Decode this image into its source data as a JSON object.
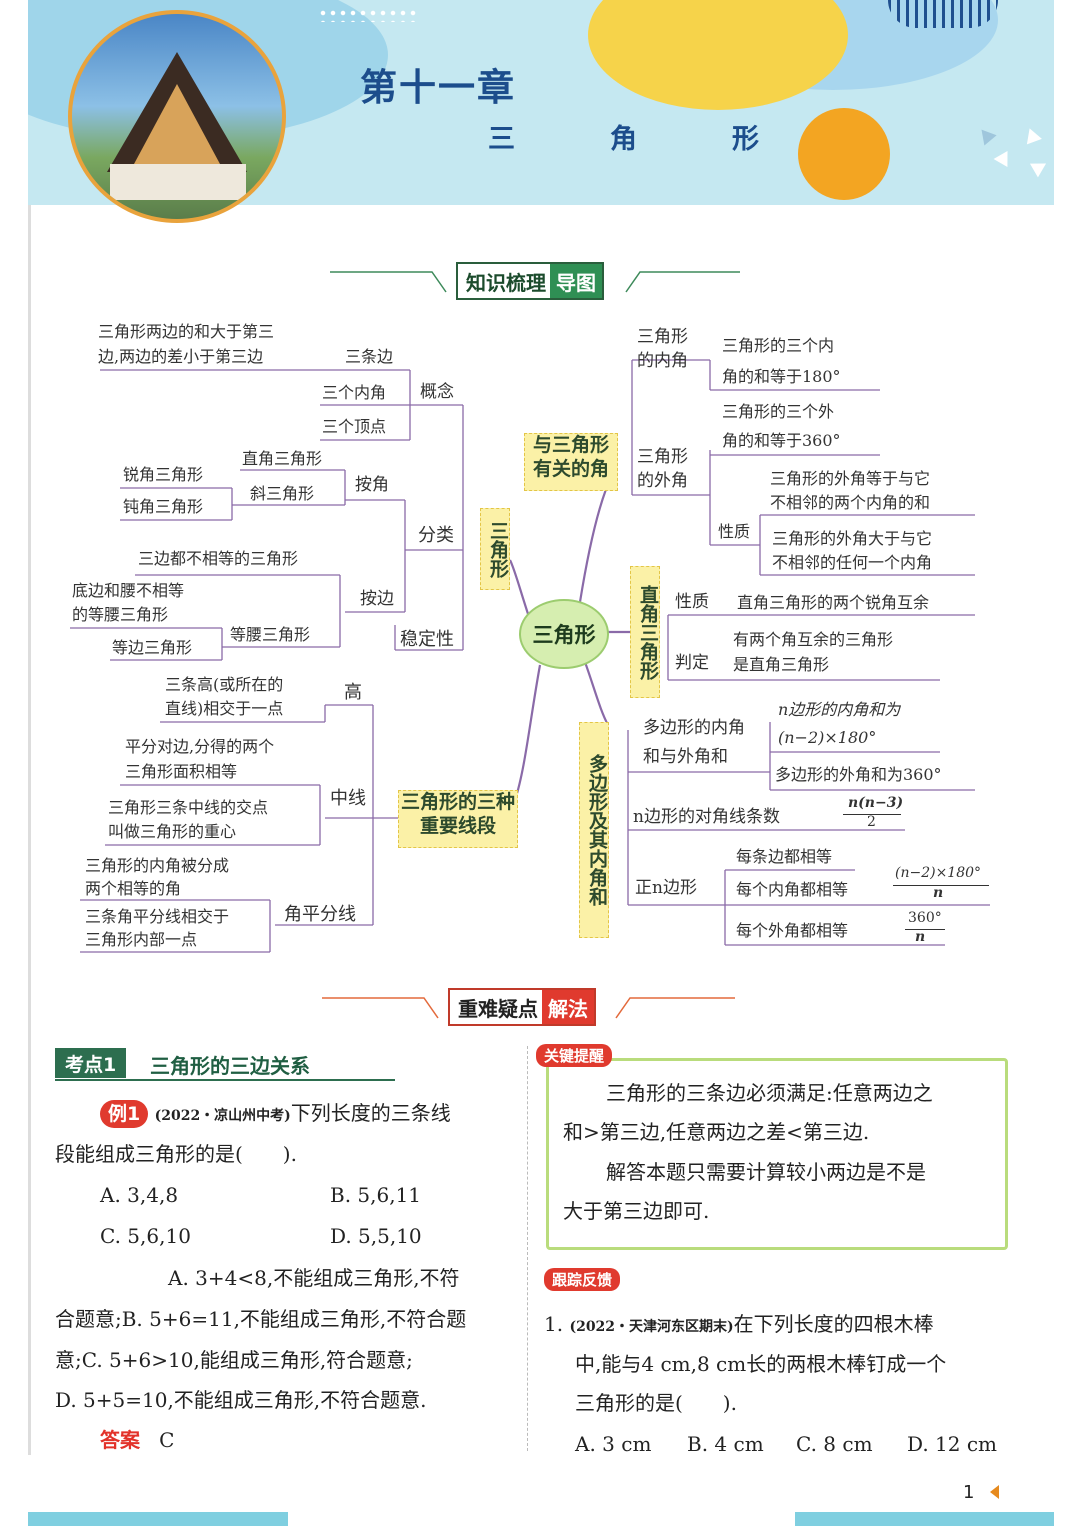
{
  "header": {
    "chapter": "第十一章",
    "title": "三　角　形"
  },
  "sections": {
    "mindmap": {
      "a": "知识梳理",
      "b": "导图"
    },
    "methods": {
      "a": "重难疑点",
      "b": "解法"
    }
  },
  "mindmap": {
    "center": "三角形",
    "branches": {
      "sanjiaoxing": "三角形",
      "angles": "与三角形有关的角",
      "right": "直角三角形",
      "polygon": "多边形及其内角和",
      "lines": "三角形的三种重要线段"
    },
    "left": {
      "concept": "概念",
      "sides": "三条边",
      "sides_rule": [
        "三角形两边的和大于第三",
        "边,两边的差小于第三边"
      ],
      "interior": "三个内角",
      "vertices": "三个顶点",
      "classify": "分类",
      "by_angle": "按角",
      "right_tri": "直角三角形",
      "oblique": "斜三角形",
      "acute": "锐角三角形",
      "obtuse": "钝角三角形",
      "by_side": "按边",
      "scalene": "三边都不相等的三角形",
      "isosceles": "等腰三角形",
      "iso_desc": [
        "底边和腰不相等",
        "的等腰三角形"
      ],
      "equilateral": "等边三角形",
      "stable": "稳定性",
      "height": "高",
      "height_desc": [
        "三条高(或所在的",
        "直线)相交于一点"
      ],
      "median": "中线",
      "median_desc1": [
        "平分对边,分得的两个",
        "三角形面积相等"
      ],
      "median_desc2": [
        "三角形三条中线的交点",
        "叫做三角形的重心"
      ],
      "bisector": "角平分线",
      "bisector_desc1": [
        "三角形的内角被分成",
        "两个相等的角"
      ],
      "bisector_desc2": [
        "三条角平分线相交于",
        "三角形内部一点"
      ]
    },
    "right": {
      "inner_angle": [
        "三角形",
        "的内角"
      ],
      "inner_sum": [
        "三角形的三个内",
        "角的和等于180°"
      ],
      "outer_angle": [
        "三角形",
        "的外角"
      ],
      "outer_sum": [
        "三角形的三个外",
        "角的和等于360°"
      ],
      "property": "性质",
      "prop1": [
        "三角形的外角等于与它",
        "不相邻的两个内角的和"
      ],
      "prop2": [
        "三角形的外角大于与它",
        "不相邻的任何一个内角"
      ],
      "rt_prop_label": "性质",
      "rt_prop": "直角三角形的两个锐角互余",
      "rt_judge_label": "判定",
      "rt_judge": [
        "有两个角互余的三角形",
        "是直角三角形"
      ],
      "poly_angles": [
        "多边形的内角",
        "和与外角和"
      ],
      "poly_n_sum": [
        "n边形的内角和为",
        "(n−2)×180°"
      ],
      "poly_ext": "多边形的外角和为360°",
      "diagonals": "n边形的对角线条数",
      "diag_num": "n(n−3)",
      "diag_den": "2",
      "regular": "正n边形",
      "reg1": "每条边都相等",
      "reg2": "每个内角都相等",
      "reg2_num": "(n−2)×180°",
      "reg2_den": "n",
      "reg3": "每个外角都相等",
      "reg3_num": "360°",
      "reg3_den": "n"
    }
  },
  "kaodian": {
    "tag": "考点1",
    "title": "三角形的三边关系"
  },
  "example": {
    "tag": "例1",
    "source": "(2022・凉山州中考)",
    "stem1": "下列长度的三条线",
    "stem2": "段能组成三角形的是(　　).",
    "options": [
      "A. 3,4,8",
      "B. 5,6,11",
      "C. 5,6,10",
      "D. 5,5,10"
    ],
    "solution": [
      "A. 3+4<8,不能组成三角形,不符",
      "合题意;B. 5+6=11,不能组成三角形,不符合题",
      "意;C. 5+6>10,能组成三角形,符合题意;",
      "D. 5+5=10,不能组成三角形,不符合题意."
    ],
    "answer_label": "答案",
    "answer": "C"
  },
  "tip": {
    "tag": "关键提醒",
    "lines": [
      "三角形的三条边必须满足:任意两边之",
      "和>第三边,任意两边之差<第三边.",
      "解答本题只需要计算较小两边是不是",
      "大于第三边即可."
    ]
  },
  "feedback": {
    "tag": "跟踪反馈",
    "num": "1.",
    "source": "(2022・天津河东区期末)",
    "stem1": "在下列长度的四根木棒",
    "stem2": "中,能与4 cm,8 cm长的两根木棒钉成一个",
    "stem3": "三角形的是(　　).",
    "options": [
      "A. 3 cm",
      "B. 4 cm",
      "C. 8 cm",
      "D. 12 cm"
    ]
  },
  "page_number": "1",
  "colors": {
    "title": "#1c4d8c",
    "green_tag": "#2d6e4f",
    "red_tag": "#e03a2e",
    "branch": "#8a6aa8"
  }
}
